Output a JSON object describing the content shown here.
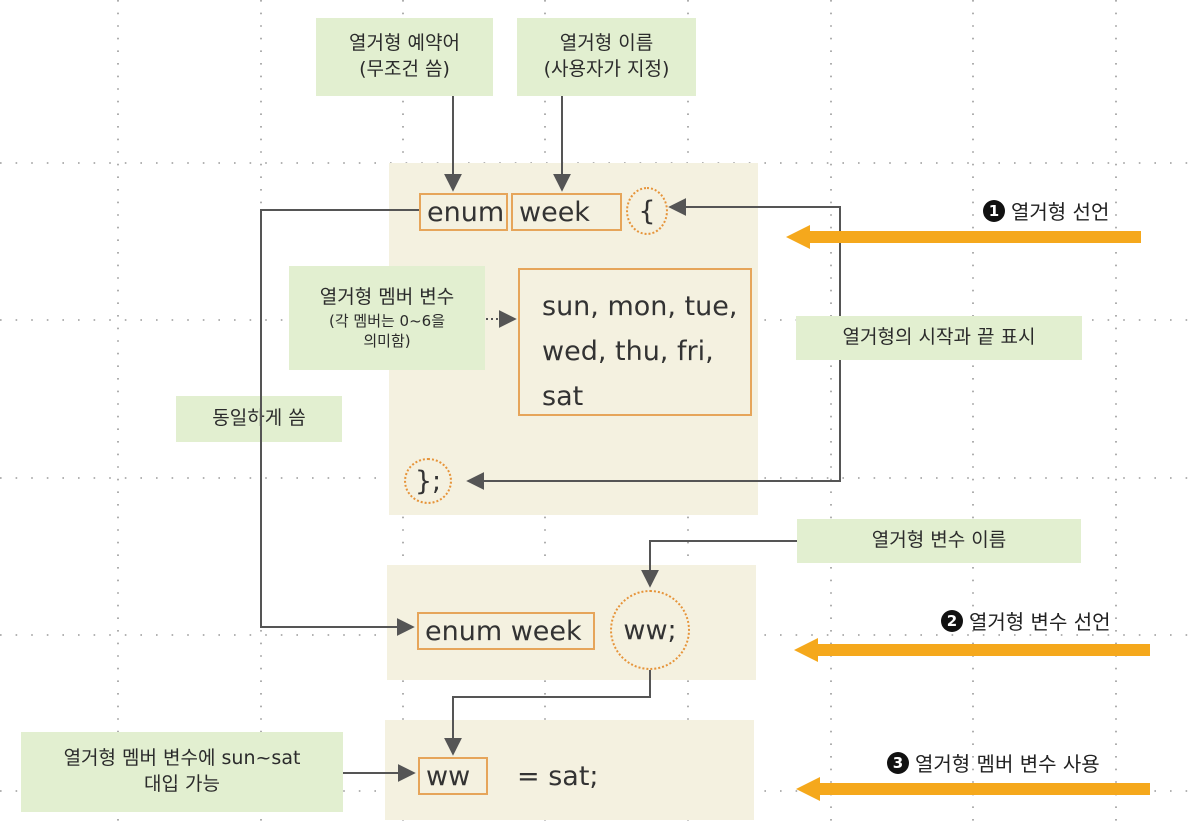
{
  "labels": {
    "keyword": {
      "line1": "열거형 예약어",
      "line2": "(무조건 씀)"
    },
    "type_name": {
      "line1": "열거형 이름",
      "line2": "(사용자가 지정)"
    },
    "member_vars": {
      "line1": "열거형 멤버 변수",
      "line2": "(각 멤버는 0~6을",
      "line3": "의미함)"
    },
    "start_end": "열거형의 시작과 끝 표시",
    "same_write": "동일하게 씀",
    "var_name": "열거형 변수 이름",
    "assign": {
      "line1": "열거형 멤버 변수에 sun~sat",
      "line2": "대입 가능"
    }
  },
  "code": {
    "enum_kw": "enum",
    "week": "week",
    "open_brace": "{",
    "members": [
      "sun, mon, tue,",
      "wed, thu, fri,",
      "sat"
    ],
    "close_brace": "};",
    "decl_type": "enum week",
    "decl_var": "ww;",
    "assign_var": "ww",
    "assign_rest": "=   sat;"
  },
  "steps": [
    {
      "num": "1",
      "text": "열거형 선언"
    },
    {
      "num": "2",
      "text": "열거형 변수 선언"
    },
    {
      "num": "3",
      "text": "열거형 멤버 변수 사용"
    }
  ],
  "colors": {
    "panel": "#f4f1e0",
    "label": "#e2efd0",
    "box_border": "#e6a55a",
    "arrow_orange": "#f5a81c",
    "line_gray": "#555555"
  }
}
